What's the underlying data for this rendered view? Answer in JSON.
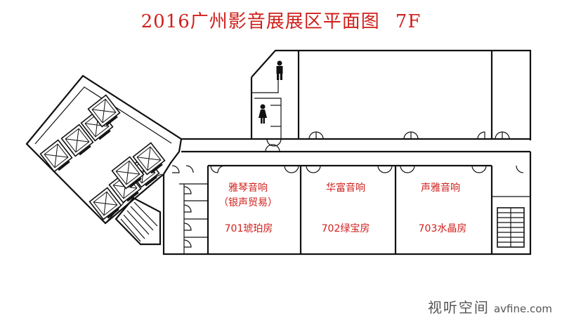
{
  "title": {
    "main": "2016广州影音展展区平面图",
    "floor": "7F"
  },
  "rooms": [
    {
      "id": "701",
      "exhibitor": "雅琴音响",
      "exhibitor_sub": "（银声贸易）",
      "room": "701琥珀房"
    },
    {
      "id": "702",
      "exhibitor": "华富音响",
      "room": "702绿宝房"
    },
    {
      "id": "703",
      "exhibitor": "声雅音响",
      "room": "703水晶房"
    }
  ],
  "icons": {
    "male_restroom": "male-restroom-icon",
    "female_restroom": "female-restroom-icon",
    "elevator": "elevator-icon",
    "stairs": "stairs-icon"
  },
  "watermark": {
    "brand": "视听空间",
    "site": "avfine.com"
  },
  "colors": {
    "label": "#d0201c",
    "wall": "#111111"
  }
}
